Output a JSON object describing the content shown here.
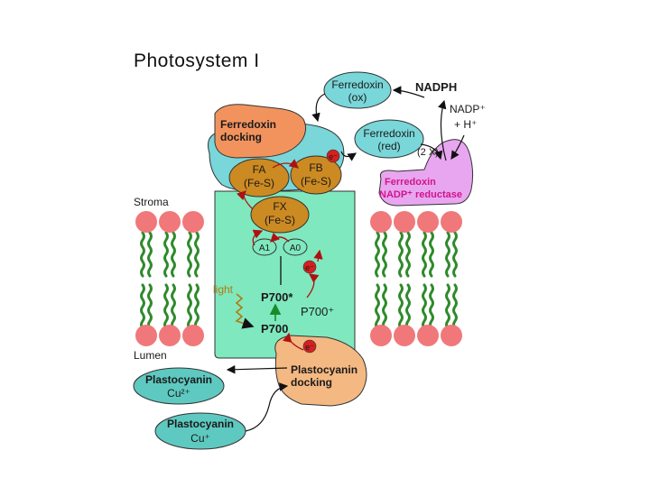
{
  "title": "Photosystem I",
  "regions": {
    "stroma": "Stroma",
    "lumen": "Lumen"
  },
  "ferredoxin_ox": {
    "line1": "Ferredoxin",
    "line2": "(ox)"
  },
  "ferredoxin_red": {
    "line1": "Ferredoxin",
    "line2": "(red)"
  },
  "ferredoxin_docking": {
    "line1": "Ferredoxin",
    "line2": "docking"
  },
  "fnr": {
    "line1": "Ferredoxin",
    "line2": "NADP⁺ reductase"
  },
  "nadph": "NADPH",
  "nadp_plus": "NADP⁺",
  "h_plus": "+ H⁺",
  "two_x": "(2 X)",
  "electron": "e⁻",
  "fa": {
    "line1": "FA",
    "line2": "(Fe-S)"
  },
  "fb": {
    "line1": "FB",
    "line2": "(Fe-S)"
  },
  "fx": {
    "line1": "FX",
    "line2": "(Fe-S)"
  },
  "a1": "A1",
  "a0": "A0",
  "light": "light",
  "p700_star": "P700*",
  "p700_plus": "P700⁺",
  "p700": "P700",
  "plastocyanin_docking": {
    "line1": "Plastocyanin",
    "line2": "docking"
  },
  "plastocyanin_cu2": {
    "line1": "Plastocyanin",
    "line2": "Cu²⁺"
  },
  "plastocyanin_cu1": {
    "line1": "Plastocyanin",
    "line2": "Cu⁺"
  },
  "colors": {
    "lipid_head": "#f0787a",
    "lipid_tail": "#2e8a2a",
    "psi_core": "#7fe8bf",
    "ferredoxin_docking": "#f2935e",
    "ferredoxin_blob": "#79d6d9",
    "fe_s_cluster": "#cc8a22",
    "fnr": "#e8a6f0",
    "plastocyanin": "#5ec9c0",
    "plastocyanin_docking": "#f4b882",
    "electron_dot": "#d42020",
    "arrow_red": "#b01010",
    "arrow_green": "#1a8a2a",
    "light_wave": "#b07a10"
  }
}
